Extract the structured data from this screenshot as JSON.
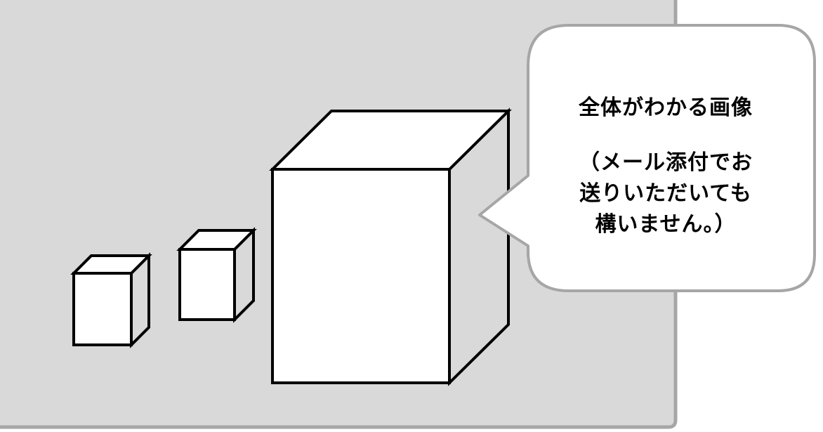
{
  "colors": {
    "panel_fill": "#d9d9d9",
    "panel_border": "#a6a6a6",
    "cube_front": "#ffffff",
    "cube_side": "#d9d9d9",
    "outline": "#000000",
    "bubble_fill": "#ffffff",
    "bubble_border": "#a6a6a6"
  },
  "callout": {
    "title": "全体がわかる画像",
    "note_lines": [
      "（メール添付でお",
      "送りいただいても",
      "構いません。）"
    ]
  },
  "cubes": [
    {
      "size": "small"
    },
    {
      "size": "medium"
    },
    {
      "size": "large"
    }
  ]
}
